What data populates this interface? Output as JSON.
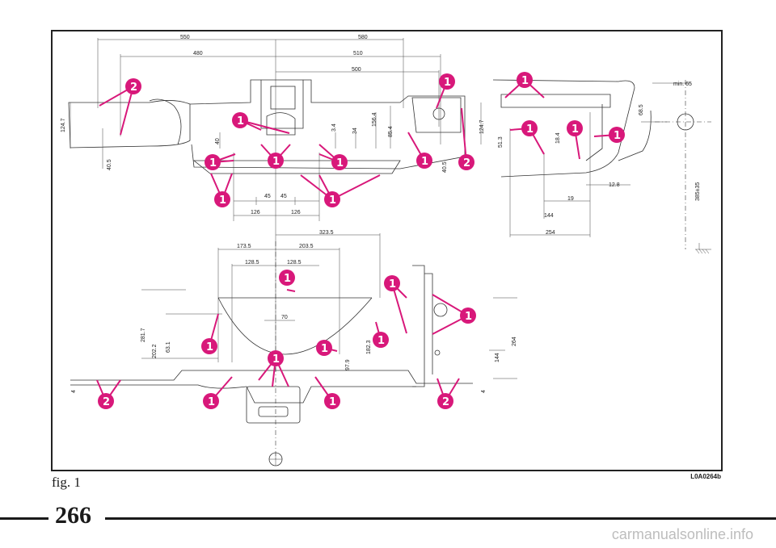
{
  "figure": {
    "caption": "fig. 1",
    "code": "L0A0264b"
  },
  "page_number": "266",
  "watermark": "carmanualsonline.info",
  "top_view": {
    "dims_horizontal": [
      "550",
      "580",
      "480",
      "510",
      "500",
      "45",
      "45",
      "126",
      "126"
    ],
    "dims_vertical": [
      "124.7",
      "40.5",
      "40",
      "3.4",
      "34",
      "156.4",
      "85.4",
      "124.7",
      "40.5"
    ],
    "markers": [
      "2",
      "1",
      "1",
      "1",
      "1",
      "1",
      "1",
      "1",
      "1",
      "2"
    ]
  },
  "side_view": {
    "dims": [
      "min. 65",
      "68.5",
      "51.3",
      "18.4",
      "12.8",
      "19",
      "144",
      "254",
      "385±35"
    ],
    "markers": [
      "1",
      "1",
      "1",
      "1"
    ]
  },
  "bottom_view": {
    "dims_horizontal": [
      "323.5",
      "173.5",
      "203.5",
      "128.5",
      "128.5",
      "70"
    ],
    "dims_vertical": [
      "281.7",
      "202.2",
      "63.1",
      "4",
      "97.9",
      "182.3",
      "264",
      "144",
      "4"
    ],
    "markers": [
      "1",
      "1",
      "1",
      "1",
      "1",
      "1",
      "1",
      "1",
      "2",
      "2"
    ]
  },
  "colors": {
    "marker": "#d8187a",
    "line": "#333333"
  }
}
